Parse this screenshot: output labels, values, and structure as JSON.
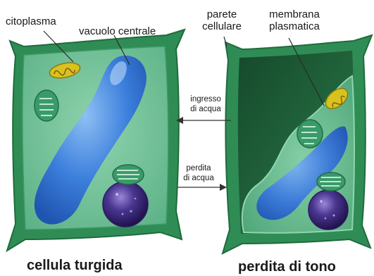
{
  "labels": {
    "citoplasma": "citoplasma",
    "vacuolo_centrale": "vacuolo centrale",
    "parete_cellulare": [
      "parete",
      "cellulare"
    ],
    "membrana_plasmatica": [
      "membrana",
      "plasmatica"
    ],
    "ingresso_acqua": [
      "ingresso",
      "di acqua"
    ],
    "perdita_acqua": [
      "perdita",
      "di acqua"
    ]
  },
  "captions": {
    "left": "cellula turgida",
    "right": "perdita di tono"
  },
  "colors": {
    "cell_wall": "#2f8c55",
    "cell_wall_dark": "#1f6b3d",
    "cytoplasm_left": "#6fc198",
    "cytoplasm_right": "#5fb88a",
    "vacuole": "#2f6fd0",
    "vacuole_light": "#6aa8ec",
    "nucleus": "#3b2a7a",
    "chloroplast": "#3a9a6a",
    "mitochondrion": "#d8c21e",
    "arrow": "#333333"
  }
}
